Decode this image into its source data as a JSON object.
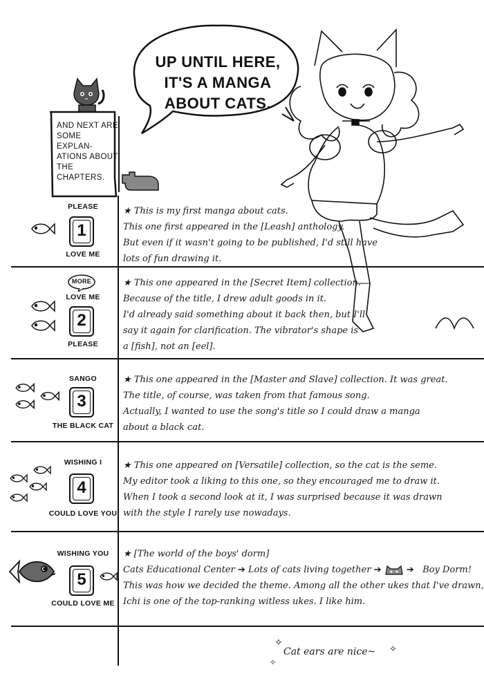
{
  "bubble": {
    "lines": [
      "UP UNTIL HERE,",
      "IT'S A MANGA",
      "ABOUT CATS."
    ]
  },
  "explanation": {
    "lines": [
      "AND NEXT ARE",
      "SOME EXPLAN-",
      "ATIONS ABOUT",
      "THE CHAPTERS."
    ]
  },
  "chapters": [
    {
      "number": "1",
      "title_top": "PLEASE",
      "title_bottom": "LOVE ME",
      "lines": [
        "★ This is my first manga about cats.",
        "This one first appeared in the [Leash] anthology.",
        "But even if it wasn't going to be published, I'd still have",
        "lots of fun drawing it."
      ]
    },
    {
      "number": "2",
      "tag": "MORE",
      "title_top": "LOVE ME",
      "title_bottom": "PLEASE",
      "lines": [
        "★ This one appeared in the [Secret Item] collection.",
        "Because of the title, I drew adult goods in it.",
        "I'd already said something about it back then, but I'll",
        "say it again for clarification. The vibrator's shape is",
        "a [fish], not an [eel]."
      ]
    },
    {
      "number": "3",
      "title_top": "SANGO",
      "title_bottom": "THE BLACK CAT",
      "lines": [
        "★ This one appeared in the [Master and Slave] collection. It was great.",
        "The title, of course, was taken from that famous song.",
        "Actually, I wanted to use the song's title so I could draw a manga",
        "about a black cat."
      ]
    },
    {
      "number": "4",
      "title_top": "WISHING I",
      "title_bottom": "COULD LOVE YOU",
      "lines": [
        "★ This one appeared on [Versatile] collection, so the cat is the seme.",
        "My editor took a liking to this one, so they encouraged me to draw it.",
        "When I took a second look at it, I was surprised because it was drawn",
        "with the style I rarely use nowadays."
      ]
    },
    {
      "number": "5",
      "title_top": "WISHING YOU",
      "title_bottom": "COULD LOVE ME",
      "lines": [
        "★ [The world of the boys' dorm]",
        "This was how we decided the theme. Among all the other ukes that I've drawn,",
        "Ichi is one of the top-ranking witless ukes. I like him."
      ],
      "flow": {
        "a": "Cats Educational Center",
        "b": "Lots of cats living together",
        "c": "Boy Dorm!"
      }
    }
  ],
  "footer": {
    "text": "Cat ears are nice~"
  }
}
